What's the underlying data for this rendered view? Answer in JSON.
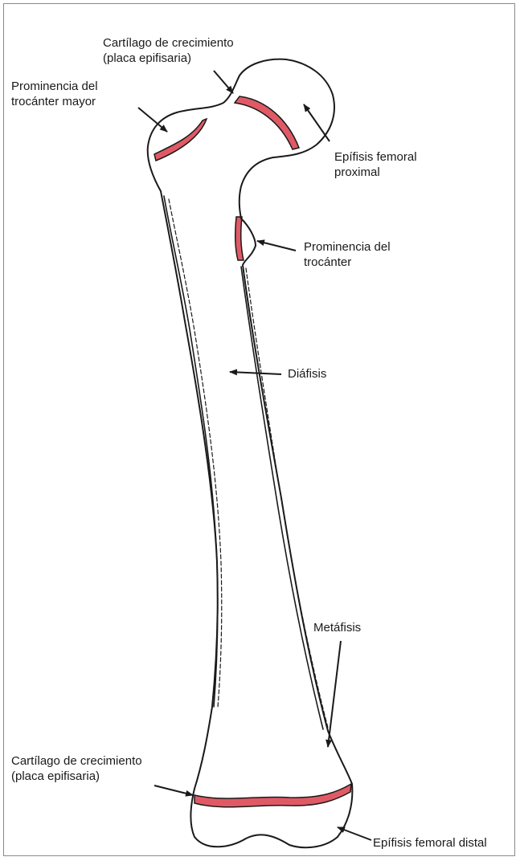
{
  "labels": {
    "growth_plate_top": {
      "line1": "Cartílago de crecimiento",
      "line2": "(placa epifisaria)"
    },
    "greater_trochanter": {
      "line1": "Prominencia del",
      "line2": "trocánter mayor"
    },
    "proximal_epiphysis": {
      "line1": "Epífisis femoral",
      "line2": "proximal"
    },
    "lesser_trochanter": {
      "line1": "Prominencia del",
      "line2": "trocánter"
    },
    "diaphysis": {
      "line1": "Diáfisis"
    },
    "metaphysis": {
      "line1": "Metáfisis"
    },
    "growth_plate_bottom": {
      "line1": "Cartílago de crecimiento",
      "line2": "(placa epifisaria)"
    },
    "distal_epiphysis": {
      "line1": "Epífisis femoral distal"
    }
  },
  "colors": {
    "outline": "#1a1a1a",
    "growth_plate": "#e05a66",
    "frame": "#8a8a8a"
  }
}
